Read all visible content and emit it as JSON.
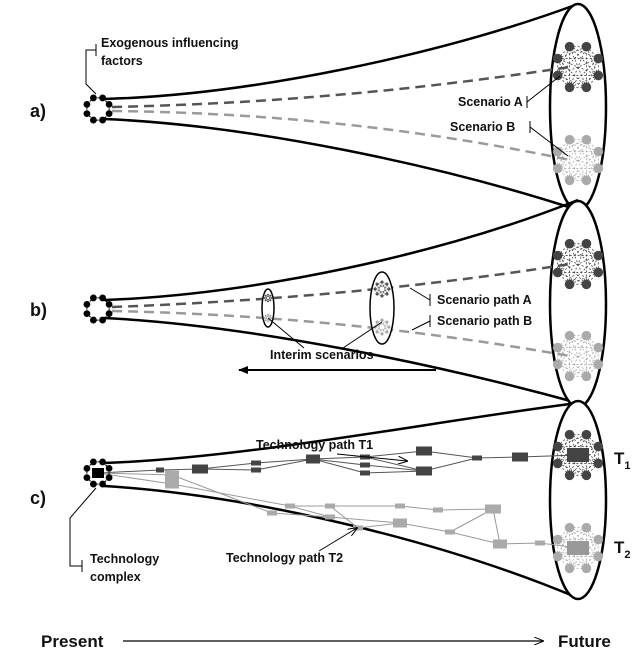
{
  "panel_labels": [
    "a)",
    "b)",
    "c)"
  ],
  "annotations": {
    "exogenous": [
      "Exogenous influencing",
      "factors"
    ],
    "scenario_a": "Scenario A",
    "scenario_b": "Scenario B",
    "scenario_path_a": "Scenario path A",
    "scenario_path_b": "Scenario path B",
    "interim": "Interim scenarios",
    "tech_path_t1": "Technology path T1",
    "tech_path_t2": "Technology path T2",
    "tech_complex": [
      "Technology",
      "complex"
    ],
    "t1": {
      "main": "T",
      "sub": "1"
    },
    "t2": {
      "main": "T",
      "sub": "2"
    }
  },
  "timeline": {
    "start": "Present",
    "end": "Future"
  },
  "colors": {
    "outline": "#000000",
    "dark": "#555555",
    "light": "#9a9a9a",
    "node_dark": "#444444",
    "node_light": "#aaaaaa"
  }
}
